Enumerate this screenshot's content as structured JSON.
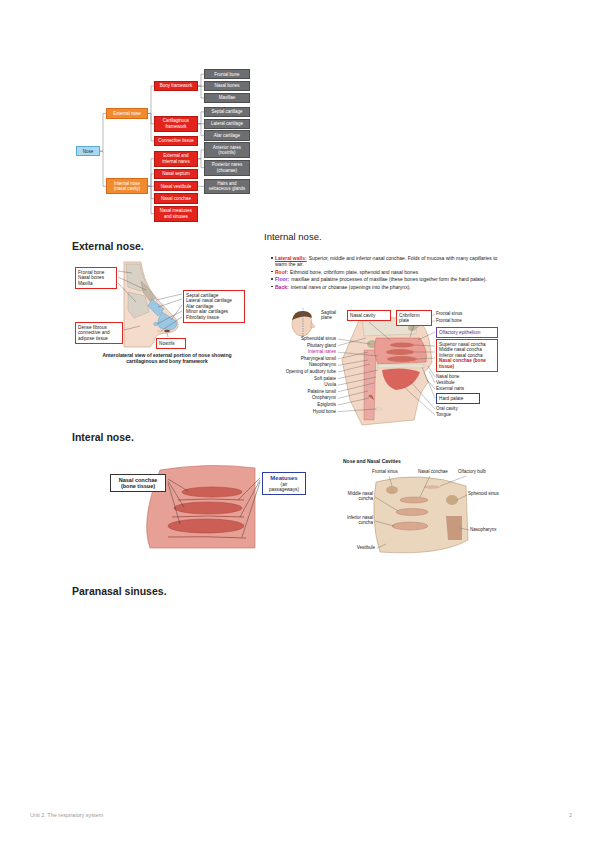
{
  "diagram": {
    "nodes": [
      {
        "text": [
          "Nose"
        ]
      },
      {
        "text": [
          "External nose"
        ]
      },
      {
        "text": [
          "Internal nose (nasal cavity)"
        ]
      },
      {
        "text": [
          "Bony framework"
        ]
      },
      {
        "text": [
          "Cartilaginous framework"
        ]
      },
      {
        "text": [
          "Connective tissue"
        ]
      },
      {
        "text": [
          "Frontal bone"
        ]
      },
      {
        "text": [
          "Nasal bones"
        ]
      },
      {
        "text": [
          "Maxillae"
        ]
      },
      {
        "text": [
          "Septal cartilage"
        ]
      },
      {
        "text": [
          "Lateral cartilage"
        ]
      },
      {
        "text": [
          "Alar cartilage"
        ]
      },
      {
        "text": [
          "External and internal nares"
        ]
      },
      {
        "text": [
          "Nasal septum"
        ]
      },
      {
        "text": [
          "Nasal vestibule"
        ]
      },
      {
        "text": [
          "Nasal conchae"
        ]
      },
      {
        "text": [
          "Nasal meatuses and sinuses"
        ]
      },
      {
        "text": [
          "Anterior nares (nostrils)"
        ]
      },
      {
        "text": [
          "Posterior nares (choanae)"
        ]
      },
      {
        "text": [
          "Hairs and sebaceous glands"
        ]
      },
      {
        "text": [
          "Frontal bone",
          "Nasal bones",
          "Maxilla"
        ]
      },
      {
        "text": [
          "Septal cartilage",
          "Lateral nasal cartilage",
          "Alar cartilage",
          "Minor alar cartilages",
          "Fibrofatty tissue"
        ]
      },
      {
        "text": [
          "Dense fibrous connective and adipose tissue"
        ]
      },
      {
        "text": [
          "Nostrils"
        ]
      },
      {
        "text": [
          "Nasal cavity"
        ]
      },
      {
        "text": [
          "Cribriform plate"
        ]
      },
      {
        "text": [
          "Olfactory epithelium"
        ]
      },
      {
        "text": [
          "Superior nasal concha",
          "Middle nasal concha",
          "Inferior nasal concha",
          "Nasal conchae (bone tissue)"
        ]
      },
      {
        "text": [
          "Hard palate"
        ]
      },
      {
        "text": [
          "Nasal conchae (bone tissue)"
        ]
      },
      {
        "text": [
          "Meatuses",
          "(air passageways)"
        ]
      }
    ],
    "edges": [
      {
        "from": 0,
        "to": 1,
        "arrow": "none"
      },
      {
        "from": 0,
        "to": 2,
        "arrow": "none"
      },
      {
        "from": 1,
        "to": 3,
        "arrow": "none"
      },
      {
        "from": 1,
        "to": 4,
        "arrow": "none"
      },
      {
        "from": 1,
        "to": 5,
        "arrow": "none"
      },
      {
        "from": 3,
        "to": 6,
        "arrow": "none"
      },
      {
        "from": 3,
        "to": 7,
        "arrow": "none"
      },
      {
        "from": 3,
        "to": 8,
        "arrow": "none"
      },
      {
        "from": 4,
        "to": 9,
        "arrow": "none"
      },
      {
        "from": 4,
        "to": 10,
        "arrow": "none"
      },
      {
        "from": 4,
        "to": 11,
        "arrow": "none"
      },
      {
        "from": 2,
        "to": 12,
        "arrow": "none"
      },
      {
        "from": 2,
        "to": 13,
        "arrow": "none"
      },
      {
        "from": 2,
        "to": 14,
        "arrow": "none"
      },
      {
        "from": 2,
        "to": 15,
        "arrow": "none"
      },
      {
        "from": 2,
        "to": 16,
        "arrow": "none"
      },
      {
        "from": 12,
        "to": 17,
        "arrow": "none"
      },
      {
        "from": 12,
        "to": 18,
        "arrow": "none"
      },
      {
        "from": 14,
        "to": 19,
        "arrow": "none"
      }
    ],
    "labels": [
      "External nose.",
      "Internal nose.",
      "Lateral walls:",
      "Superior, middle and inferior nasal conchae. Folds of mucosa with many capillaries to warm the air.",
      "Roof:",
      "Ethmoid bone, cribriform plate, sphenoid and nasal bones.",
      "Floor:",
      "maxillae and palatine processes of maxillae (these bones together form the hard palate).",
      "Back:",
      "internal nares or choanae (openings into the pharynx).",
      "Sagittal plane",
      "Anterolateral view of external portion of nose showing cartilaginous and bony framework",
      "Sphenoidal sinus",
      "Pituitary gland",
      "Internal nares",
      "Pharyngeal tonsil",
      "Nasopharynx",
      "Opening of auditory tube",
      "Soft palate",
      "Uvula",
      "Palatine tonsil",
      "Oropharynx",
      "Epiglottis",
      "Hyoid bone",
      "Frontal sinus",
      "Frontal bone",
      "Nasal bone",
      "Vestibule",
      "External naris",
      "Oral cavity",
      "Tongue",
      "Interal nose.",
      "Nose and Nasal Cavities",
      "Frontal sinus",
      "Nasal conchae",
      "Olfactory bulb",
      "Middle nasal concha",
      "Sphenoid sinus",
      "Inferior nasal concha",
      "Nasopharynx",
      "Vestibule",
      "Paranasal sinuses.",
      "Unit 2. The respiratory system",
      "2"
    ]
  }
}
